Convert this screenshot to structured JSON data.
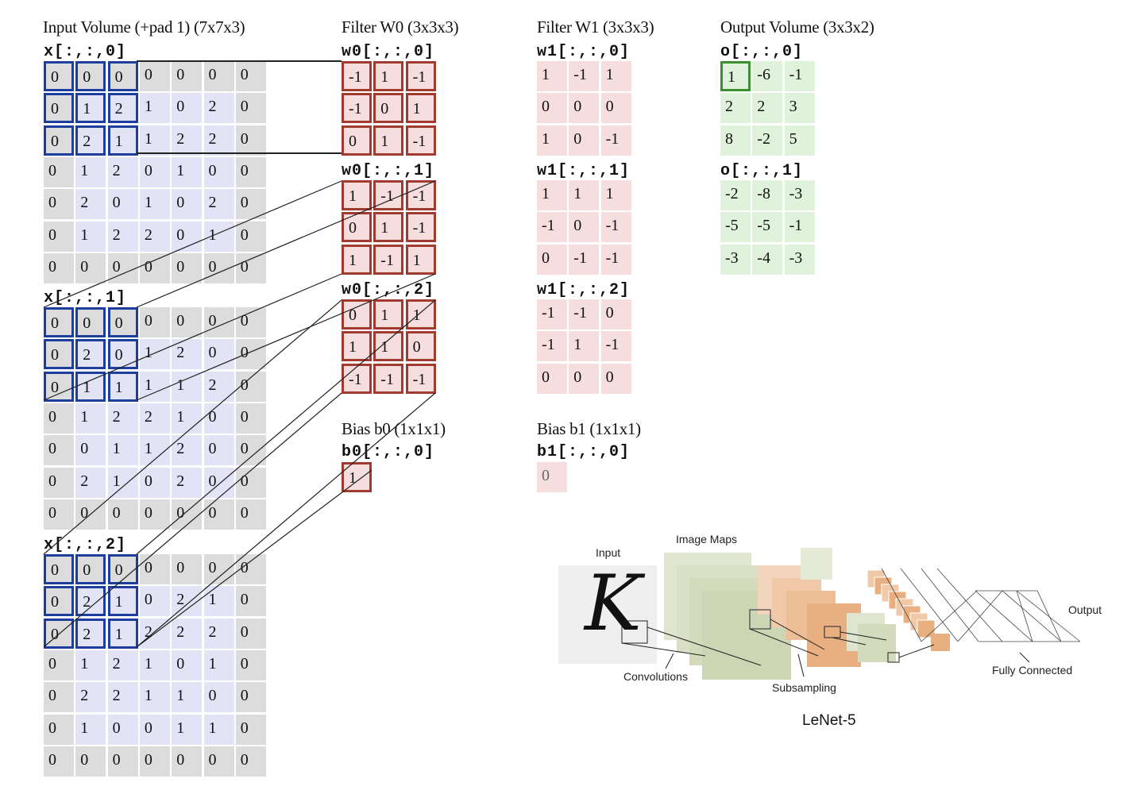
{
  "titles": {
    "input": "Input Volume (+pad 1) (7x7x3)",
    "filter_w0": "Filter W0 (3x3x3)",
    "filter_w1": "Filter W1 (3x3x3)",
    "output": "Output Volume (3x3x2)",
    "bias_b0": "Bias b0 (1x1x1)",
    "bias_b1": "Bias b1 (1x1x1)"
  },
  "input": {
    "labels": [
      "x[:,:,0]",
      "x[:,:,1]",
      "x[:,:,2]"
    ],
    "slices": [
      [
        [
          0,
          0,
          0,
          0,
          0,
          0,
          0
        ],
        [
          0,
          1,
          2,
          1,
          0,
          2,
          0
        ],
        [
          0,
          2,
          1,
          1,
          2,
          2,
          0
        ],
        [
          0,
          1,
          2,
          0,
          1,
          0,
          0
        ],
        [
          0,
          2,
          0,
          1,
          0,
          2,
          0
        ],
        [
          0,
          1,
          2,
          2,
          0,
          1,
          0
        ],
        [
          0,
          0,
          0,
          0,
          0,
          0,
          0
        ]
      ],
      [
        [
          0,
          0,
          0,
          0,
          0,
          0,
          0
        ],
        [
          0,
          2,
          0,
          1,
          2,
          0,
          0
        ],
        [
          0,
          1,
          1,
          1,
          1,
          2,
          0
        ],
        [
          0,
          1,
          2,
          2,
          1,
          0,
          0
        ],
        [
          0,
          0,
          1,
          1,
          2,
          0,
          0
        ],
        [
          0,
          2,
          1,
          0,
          2,
          0,
          0
        ],
        [
          0,
          0,
          0,
          0,
          0,
          0,
          0
        ]
      ],
      [
        [
          0,
          0,
          0,
          0,
          0,
          0,
          0
        ],
        [
          0,
          2,
          1,
          0,
          2,
          1,
          0
        ],
        [
          0,
          2,
          1,
          2,
          2,
          2,
          0
        ],
        [
          0,
          1,
          2,
          1,
          0,
          1,
          0
        ],
        [
          0,
          2,
          2,
          1,
          1,
          0,
          0
        ],
        [
          0,
          1,
          0,
          0,
          1,
          1,
          0
        ],
        [
          0,
          0,
          0,
          0,
          0,
          0,
          0
        ]
      ]
    ]
  },
  "w0": {
    "labels": [
      "w0[:,:,0]",
      "w0[:,:,1]",
      "w0[:,:,2]"
    ],
    "slices": [
      [
        [
          "-1",
          "1",
          "-1"
        ],
        [
          "-1",
          "0",
          "1"
        ],
        [
          "0",
          "1",
          "-1"
        ]
      ],
      [
        [
          "1",
          "-1",
          "-1"
        ],
        [
          "0",
          "1",
          "-1"
        ],
        [
          "1",
          "-1",
          "1"
        ]
      ],
      [
        [
          "0",
          "1",
          "1"
        ],
        [
          "1",
          "1",
          "0"
        ],
        [
          "-1",
          "-1",
          "-1"
        ]
      ]
    ]
  },
  "w1": {
    "labels": [
      "w1[:,:,0]",
      "w1[:,:,1]",
      "w1[:,:,2]"
    ],
    "slices": [
      [
        [
          "1",
          "-1",
          "1"
        ],
        [
          "0",
          "0",
          "0"
        ],
        [
          "1",
          "0",
          "-1"
        ]
      ],
      [
        [
          "1",
          "1",
          "1"
        ],
        [
          "-1",
          "0",
          "-1"
        ],
        [
          "0",
          "-1",
          "-1"
        ]
      ],
      [
        [
          "-1",
          "-1",
          "0"
        ],
        [
          "-1",
          "1",
          "-1"
        ],
        [
          "0",
          "0",
          "0"
        ]
      ]
    ]
  },
  "output": {
    "labels": [
      "o[:,:,0]",
      "o[:,:,1]"
    ],
    "slices": [
      [
        [
          "1",
          "-6",
          "-1"
        ],
        [
          "2",
          "2",
          "3"
        ],
        [
          "8",
          "-2",
          "5"
        ]
      ],
      [
        [
          "-2",
          "-8",
          "-3"
        ],
        [
          "-5",
          "-5",
          "-1"
        ],
        [
          "-3",
          "-4",
          "-3"
        ]
      ]
    ]
  },
  "bias": {
    "b0_label": "b0[:,:,0]",
    "b0_value": "1",
    "b1_label": "b1[:,:,0]",
    "b1_value": "0"
  },
  "lenet": {
    "input": "Input",
    "image_maps": "Image Maps",
    "output": "Output",
    "convolutions": "Convolutions",
    "subsampling": "Subsampling",
    "fully_connected": "Fully Connected",
    "name": "LeNet-5",
    "glyph": "K"
  },
  "colors": {
    "input_cell": "#e2e4f6",
    "pad_cell": "#dcdcdc",
    "filter_cell": "#f6dede",
    "output_cell": "#e0f2dc",
    "input_highlight": "#1d3e9c",
    "filter_border": "#a13b30",
    "output_highlight": "#3b8f2f"
  }
}
